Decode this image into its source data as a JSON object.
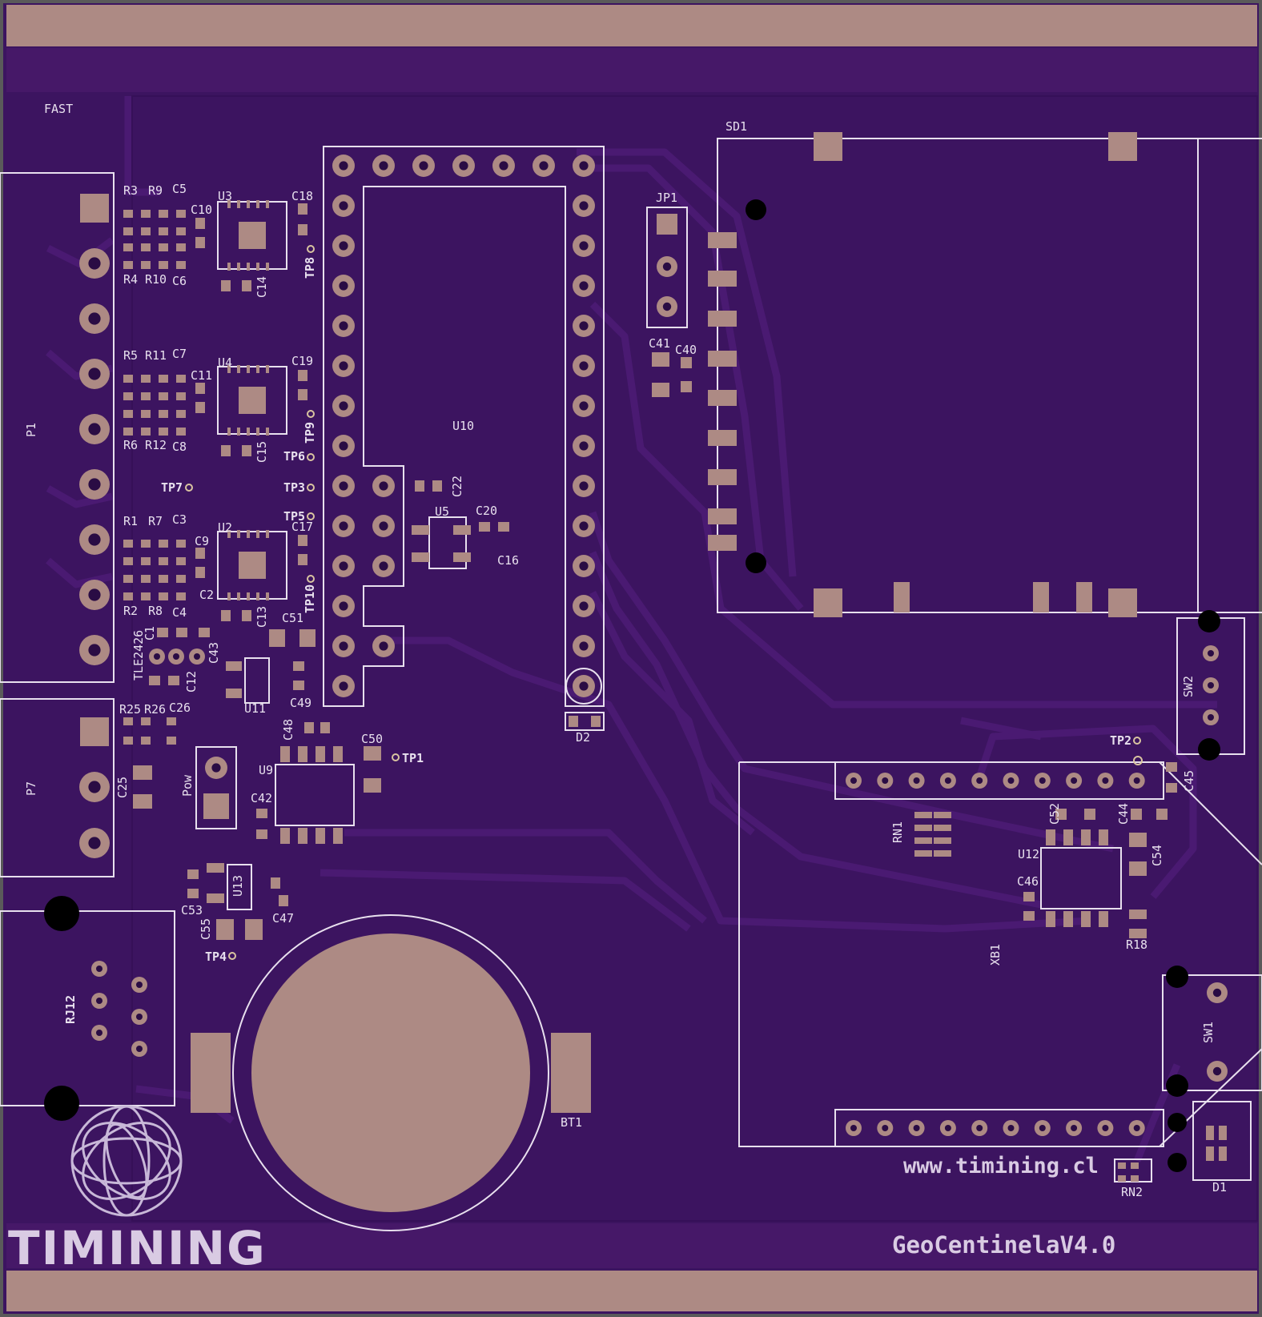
{
  "board": {
    "brand": "TIMINING",
    "url": "www.timining.cl",
    "model": "GeoCentinelaV4.0"
  },
  "colors": {
    "substrate": "#3c1460",
    "copper_fill": "#420e66",
    "trace": "#4a1870",
    "pad": "#ad8a84",
    "silkscreen": "#e8e0ee",
    "hole": "#000000"
  },
  "designators": {
    "fast": "FAST",
    "p1": "P1",
    "p7": "P7",
    "pow": "Pow",
    "rj12": "RJ12",
    "u10": "U10",
    "jp1": "JP1",
    "sd1": "SD1",
    "sw1": "SW1",
    "sw2": "SW2",
    "u2": "U2",
    "u3": "U3",
    "u4": "U4",
    "u5": "U5",
    "u9": "U9",
    "u11": "U11",
    "u12": "U12",
    "u13": "U13",
    "tle": "TLE2426",
    "xb1": "XB1",
    "rn1": "RN1",
    "rn2": "RN2",
    "d1": "D1",
    "d2": "D2",
    "bt1": "BT1",
    "r1": "R1",
    "r2": "R2",
    "r3": "R3",
    "r4": "R4",
    "r5": "R5",
    "r6": "R6",
    "r7": "R7",
    "r8": "R8",
    "r9": "R9",
    "r10": "R10",
    "r11": "R11",
    "r12": "R12",
    "r18": "R18",
    "r25": "R25",
    "r26": "R26",
    "c1": "C1",
    "c2": "C2",
    "c3": "C3",
    "c4": "C4",
    "c5": "C5",
    "c6": "C6",
    "c7": "C7",
    "c8": "C8",
    "c9": "C9",
    "c10": "C10",
    "c11": "C11",
    "c12": "C12",
    "c13": "C13",
    "c14": "C14",
    "c15": "C15",
    "c16": "C16",
    "c17": "C17",
    "c18": "C18",
    "c19": "C19",
    "c20": "C20",
    "c22": "C22",
    "c25": "C25",
    "c26": "C26",
    "c40": "C40",
    "c41": "C41",
    "c42": "C42",
    "c43": "C43",
    "c44": "C44",
    "c45": "C45",
    "c46": "C46",
    "c47": "C47",
    "c48": "C48",
    "c49": "C49",
    "c50": "C50",
    "c51": "C51",
    "c52": "C52",
    "c53": "C53",
    "c54": "C54",
    "c55": "C55",
    "tp1": "TP1",
    "tp2": "TP2",
    "tp3": "TP3",
    "tp4": "TP4",
    "tp5": "TP5",
    "tp6": "TP6",
    "tp7": "TP7",
    "tp8": "TP8",
    "tp9": "TP9",
    "tp10": "TP10"
  }
}
